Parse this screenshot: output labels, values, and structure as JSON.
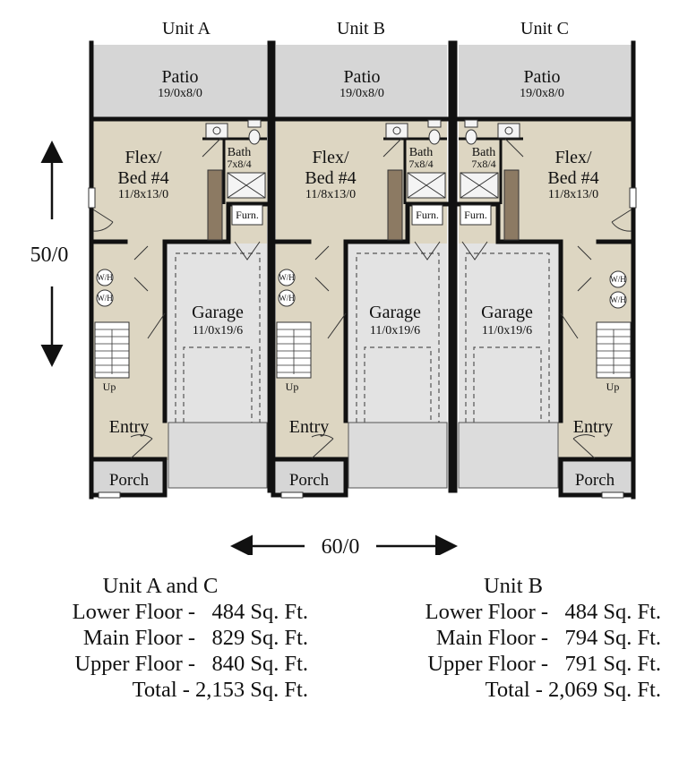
{
  "units": [
    {
      "name": "Unit A"
    },
    {
      "name": "Unit B"
    },
    {
      "name": "Unit C"
    }
  ],
  "rooms": {
    "patio": {
      "name": "Patio",
      "size": "19/0x8/0"
    },
    "flex": {
      "name_line1": "Flex/",
      "name_line2": "Bed #4",
      "size": "11/8x13/0"
    },
    "bath": {
      "name": "Bath",
      "size": "7x8/4"
    },
    "furnace": {
      "name": "Furn."
    },
    "garage": {
      "name": "Garage",
      "size": "11/0x19/6"
    },
    "entry": {
      "name": "Entry"
    },
    "porch": {
      "name": "Porch"
    },
    "stairs": {
      "label": "Up"
    },
    "water_heater": {
      "label": "W/H"
    }
  },
  "dimensions": {
    "depth": "50/0",
    "width": "60/0"
  },
  "summary": [
    {
      "title": "Unit A and C",
      "rows": [
        {
          "label": "Lower Floor -",
          "value": "484 Sq. Ft."
        },
        {
          "label": "Main Floor -",
          "value": "829 Sq. Ft."
        },
        {
          "label": "Upper Floor -",
          "value": "840 Sq. Ft."
        },
        {
          "label": "Total - 2,153 Sq. Ft.",
          "value": ""
        }
      ]
    },
    {
      "title": "Unit B",
      "rows": [
        {
          "label": "Lower Floor -",
          "value": "484 Sq. Ft."
        },
        {
          "label": "Main Floor -",
          "value": "794 Sq. Ft."
        },
        {
          "label": "Upper Floor -",
          "value": "791 Sq. Ft."
        },
        {
          "label": "Total - 2,069 Sq. Ft.",
          "value": ""
        }
      ]
    }
  ],
  "colors": {
    "wall": "#111111",
    "floor": "#ddd6c2",
    "patio": "#d6d6d6",
    "garage": "#e3e3e3",
    "driveway": "#dcdcdc",
    "cabinet": "#8c7a63"
  }
}
